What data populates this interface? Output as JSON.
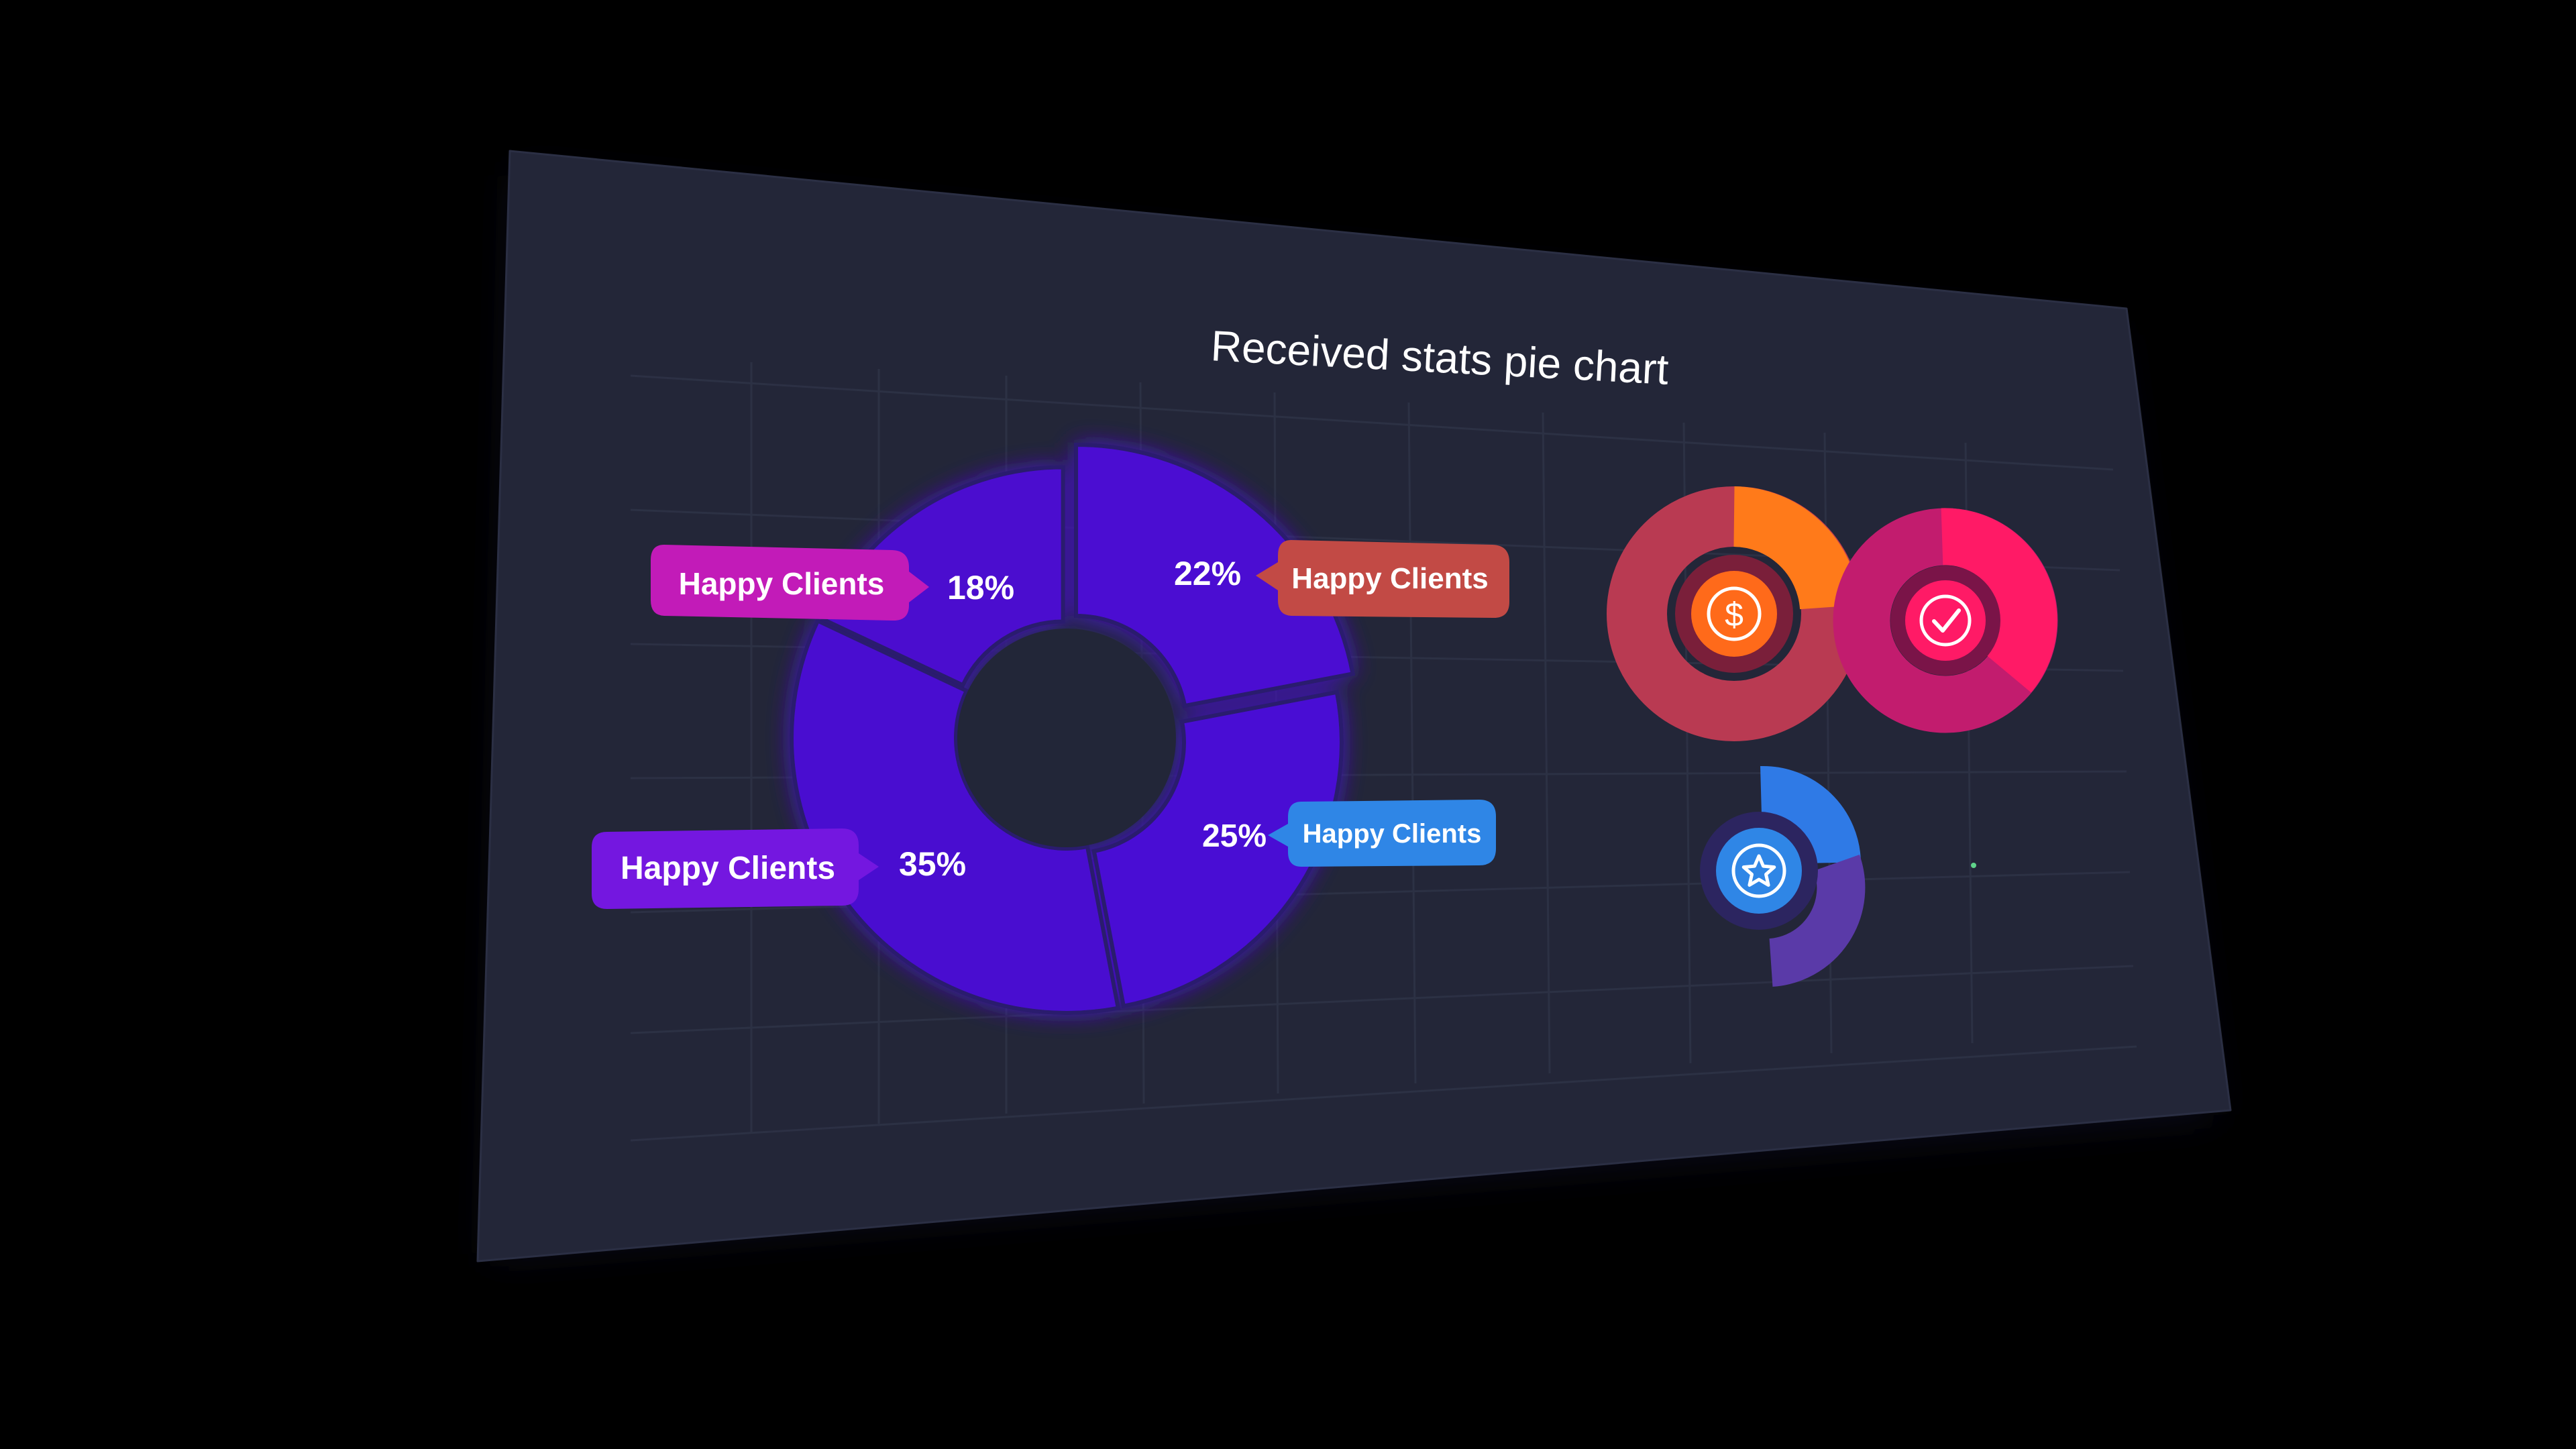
{
  "colors": {
    "background": "#000000",
    "panel": "#232638",
    "grid": "#2e3347",
    "text": "#ffffff",
    "donut_main": "#4a10d0",
    "donut_divider": "#2a1a6e",
    "label_18": "#c21bb8",
    "label_22": "#c24a45",
    "label_25": "#2f86e6",
    "label_35": "#7417e0",
    "ring1_outer": "#b93a52",
    "ring1_accent": "#ff7a1a",
    "ring1_inner": "#7a1f3a",
    "ring1_center": "#ff6a1a",
    "ring2_outer": "#c21c6e",
    "ring2_accent": "#ff1a66",
    "ring2_inner": "#7a1448",
    "ring2_center": "#ff1a66",
    "ring3_top": "#2f7ae6",
    "ring3_bottom": "#5a3aa8",
    "ring3_inner": "#2c2560",
    "ring3_center": "#2f86e6"
  },
  "chart_data": [
    {
      "type": "pie",
      "title": "Received stats pie chart",
      "categories": [
        "Happy Clients",
        "Happy Clients",
        "Happy Clients",
        "Happy Clients"
      ],
      "values": [
        22,
        25,
        35,
        18
      ],
      "value_labels": [
        "22%",
        "25%",
        "35%",
        "18%"
      ],
      "legend": "none"
    }
  ],
  "icons": {
    "ring1": "dollar-icon",
    "ring2": "check-icon",
    "ring3": "star-icon"
  }
}
